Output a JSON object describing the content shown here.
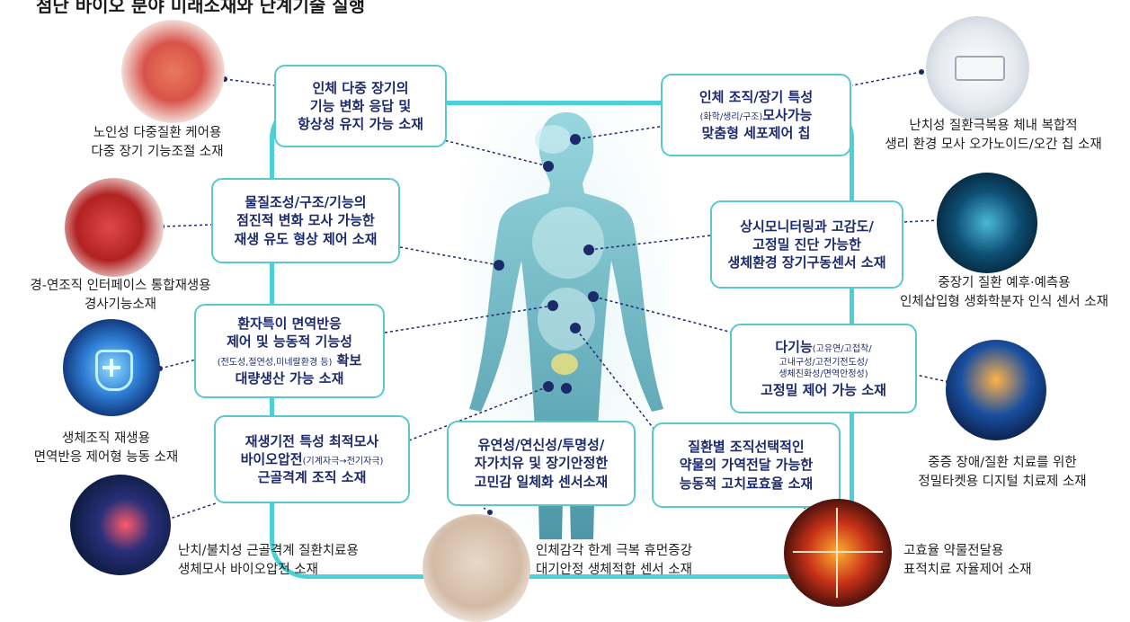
{
  "title": "첨단 바이오 분야 미래소재와 단계기술 실행",
  "boxes": {
    "b1": [
      "인체 다중 장기의",
      "기능 변화 응답 및",
      "항상성 유지 가능 소재"
    ],
    "b2": [
      "물질조성/구조/기능의",
      "점진적 변화 모사 가능한",
      "재생 유도 형상 제어 소재"
    ],
    "b3": {
      "l1": "환자특이 면역반응",
      "l2": "제어 및 능동적 기능성",
      "l3_small": "(전도성,절연성,미네랄환경 등)",
      "l3_main": " 확보",
      "l4": "대량생산 가능 소재"
    },
    "b4": {
      "l1": "재생기전 특성 최적모사",
      "l2_main": "바이오압전",
      "l2_small": "(기계자극→전기자극)",
      "l3": "근골격계 조직 소재"
    },
    "b5": [
      "유연성/연신성/투명성/",
      "자가치유 및 장기안정한",
      "고민감 일체화 센서소재"
    ],
    "b6": {
      "l1": "인체 조직/장기 특성",
      "l2_small": "(화학/생리/구조)",
      "l2_main": "모사가능",
      "l3": "맞춤형 세포제어 칩"
    },
    "b7": [
      "상시모니터링과 고감도/",
      "고정밀 진단 가능한",
      "생체환경 장기구동센서 소재"
    ],
    "b8": {
      "l1_main": "다기능",
      "l1_small": "(고유연/고접착/",
      "l2_small": "고내구성/고전기전도성/",
      "l3_small": "생체친화성/면역안정성)",
      "l4": "고정밀 제어 가능 소재"
    },
    "b9": [
      "질환별 조직선택적인",
      "약물의 가역전달 가능한",
      "능동적 고치료효율 소재"
    ]
  },
  "captions": {
    "c1": [
      "노인성 다중질환 케어용",
      "다중 장기 기능조절 소재"
    ],
    "c2": [
      "경-연조직 인터페이스 통합재생용",
      "경사기능소재"
    ],
    "c3": [
      "생체조직 재생용",
      "면역반응 제어형 능동 소재"
    ],
    "c4": [
      "난치/불치성 근골격계 질환치료용",
      "생체모사 바이오압전 소재"
    ],
    "c5": [
      "인체감각 한계 극복 휴먼증강",
      "대기안정 생체적합 센서 소재"
    ],
    "c6": [
      "난치성 질환극복용 체내 복합적",
      "생리 환경 모사 오가노이드/오간 칩 소재"
    ],
    "c7": [
      "중장기 질환 예후·예측용",
      "인체삽입형 생화학분자 인식 센서 소재"
    ],
    "c8": [
      "중증 장애/질환 치료를 위한",
      "정밀타켓용 디지털 치료제 소재"
    ],
    "c9": [
      "고효율 약물전달용",
      "표적치료 자율제어 소재"
    ]
  },
  "colors": {
    "frame": "#4fd0d6",
    "box_border": "#58c9cf",
    "box_text": "#1c2a6b",
    "dot": "#1c2a6b"
  }
}
